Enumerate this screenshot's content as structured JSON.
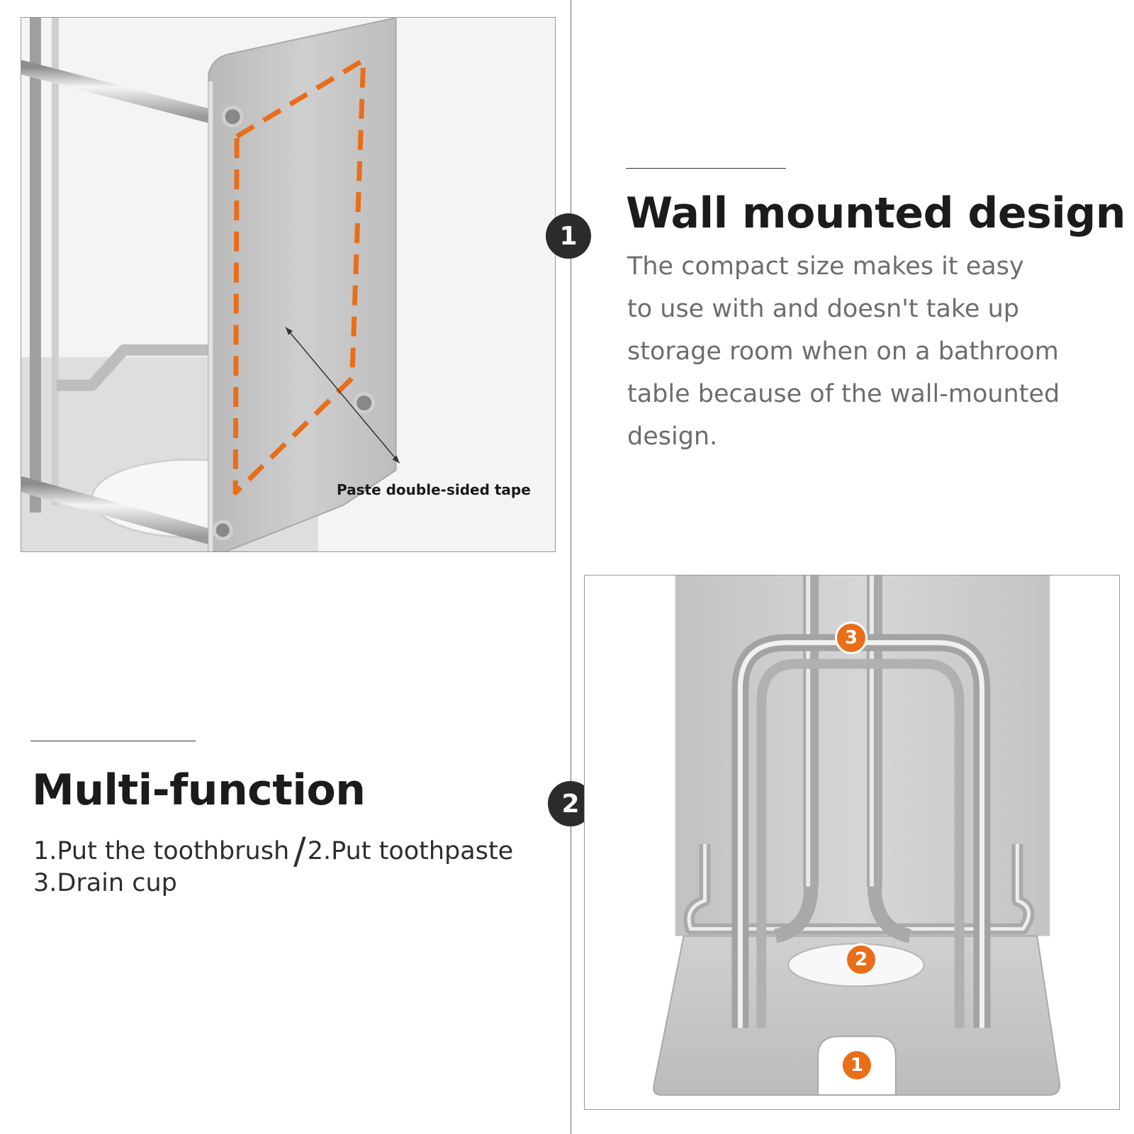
{
  "feature_1": {
    "step_number": "1",
    "title": "Wall mounted design",
    "description_lines": [
      "The compact size makes it easy",
      "to use with and doesn't take up",
      "storage room when on a bathroom",
      "table because of the wall-mounted",
      "design."
    ],
    "photo_callout": "Paste double-sided tape"
  },
  "feature_2": {
    "step_number": "2",
    "title": "Multi-function",
    "list_line_1_part_a": "1.Put the toothbrush",
    "list_separator": "/",
    "list_line_1_part_b": "2.Put toothpaste",
    "list_line_2": "3.Drain cup",
    "photo_markers": [
      "1",
      "2",
      "3"
    ]
  },
  "colors": {
    "accent_orange": "#e86e1a",
    "badge_dark": "#2b2b2b",
    "heading": "#1b1b1b",
    "body_text": "#6d6d6d"
  }
}
